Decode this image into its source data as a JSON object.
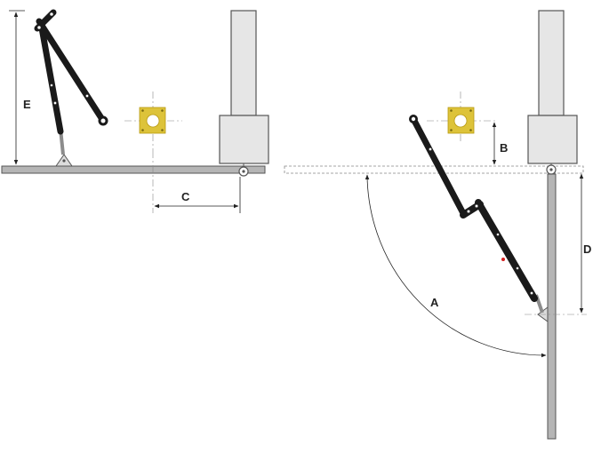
{
  "labels": {
    "A": "A",
    "B": "B",
    "C": "C",
    "D": "D",
    "E": "E"
  },
  "colors": {
    "arm": "#1a1a1a",
    "plate": "#ddc33a",
    "door": "#b5b5b5",
    "housing": "#e6e6e6",
    "pivot_marker": "#d42020"
  }
}
